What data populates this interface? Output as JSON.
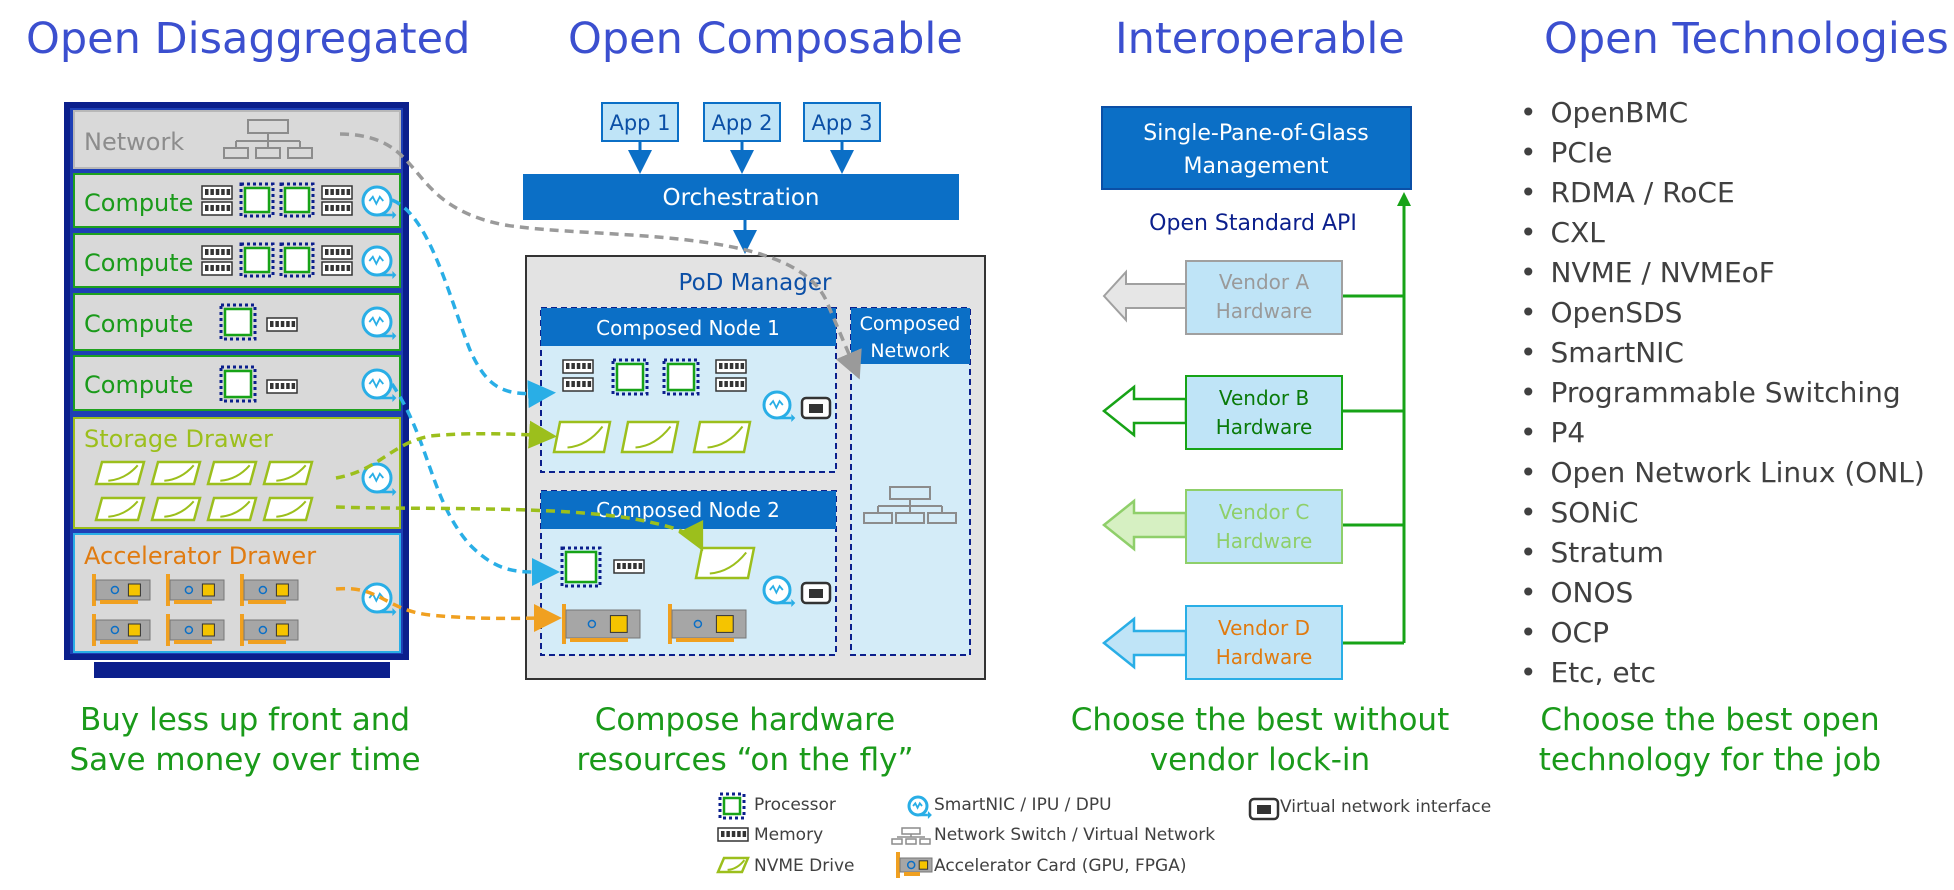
{
  "headings": {
    "disaggregated": "Open Disaggregated",
    "composable": "Open Composable",
    "interoperable": "Interoperable",
    "technologies": "Open Technologies"
  },
  "rack": {
    "network": "Network",
    "compute_rows": [
      "Compute",
      "Compute",
      "Compute",
      "Compute"
    ],
    "storage": "Storage Drawer",
    "accelerator": "Accelerator Drawer"
  },
  "composable": {
    "apps": [
      "App 1",
      "App 2",
      "App 3"
    ],
    "orchestration": "Orchestration",
    "pod_manager": "PoD Manager",
    "node1": "Composed Node 1",
    "node2": "Composed Node 2",
    "network_line1": "Composed",
    "network_line2": "Network"
  },
  "interop": {
    "mgmt_line1": "Single-Pane-of-Glass",
    "mgmt_line2": "Management",
    "api": "Open Standard API",
    "vendors": [
      {
        "line1": "Vendor A",
        "line2": "Hardware"
      },
      {
        "line1": "Vendor B",
        "line2": "Hardware"
      },
      {
        "line1": "Vendor C",
        "line2": "Hardware"
      },
      {
        "line1": "Vendor D",
        "line2": "Hardware"
      }
    ]
  },
  "technologies": [
    "OpenBMC",
    "PCIe",
    "RDMA / RoCE",
    "CXL",
    "NVME / NVMEoF",
    "OpenSDS",
    "SmartNIC",
    "Programmable Switching",
    "P4",
    "Open Network Linux (ONL)",
    "SONiC",
    "Stratum",
    "ONOS",
    "OCP",
    "Etc, etc"
  ],
  "taglines": {
    "t1_line1": "Buy less up front and",
    "t1_line2": "Save money over time",
    "t2_line1": "Compose hardware",
    "t2_line2": "resources “on the fly”",
    "t3_line1": "Choose the best without",
    "t3_line2": "vendor lock-in",
    "t4_line1": "Choose the best open",
    "t4_line2": "technology for the job"
  },
  "legend": {
    "processor": "Processor",
    "memory": "Memory",
    "nvme": "NVME Drive",
    "smartnic": "SmartNIC / IPU / DPU",
    "switch": "Network Switch / Virtual Network",
    "accel": "Accelerator Card (GPU, FPGA)",
    "vnic": "Virtual network interface"
  },
  "colors": {
    "heading_blue": "#3b4fcf",
    "tagline_green": "#1a9a1a",
    "rack_navy": "#0b1f8c",
    "box_blue": "#0b6fc6",
    "cyan": "#29aee6",
    "lime": "#9cbf1c",
    "orange": "#f0a020",
    "gray_arrow": "#9a9a9a",
    "vendor_green": "#17a317"
  }
}
